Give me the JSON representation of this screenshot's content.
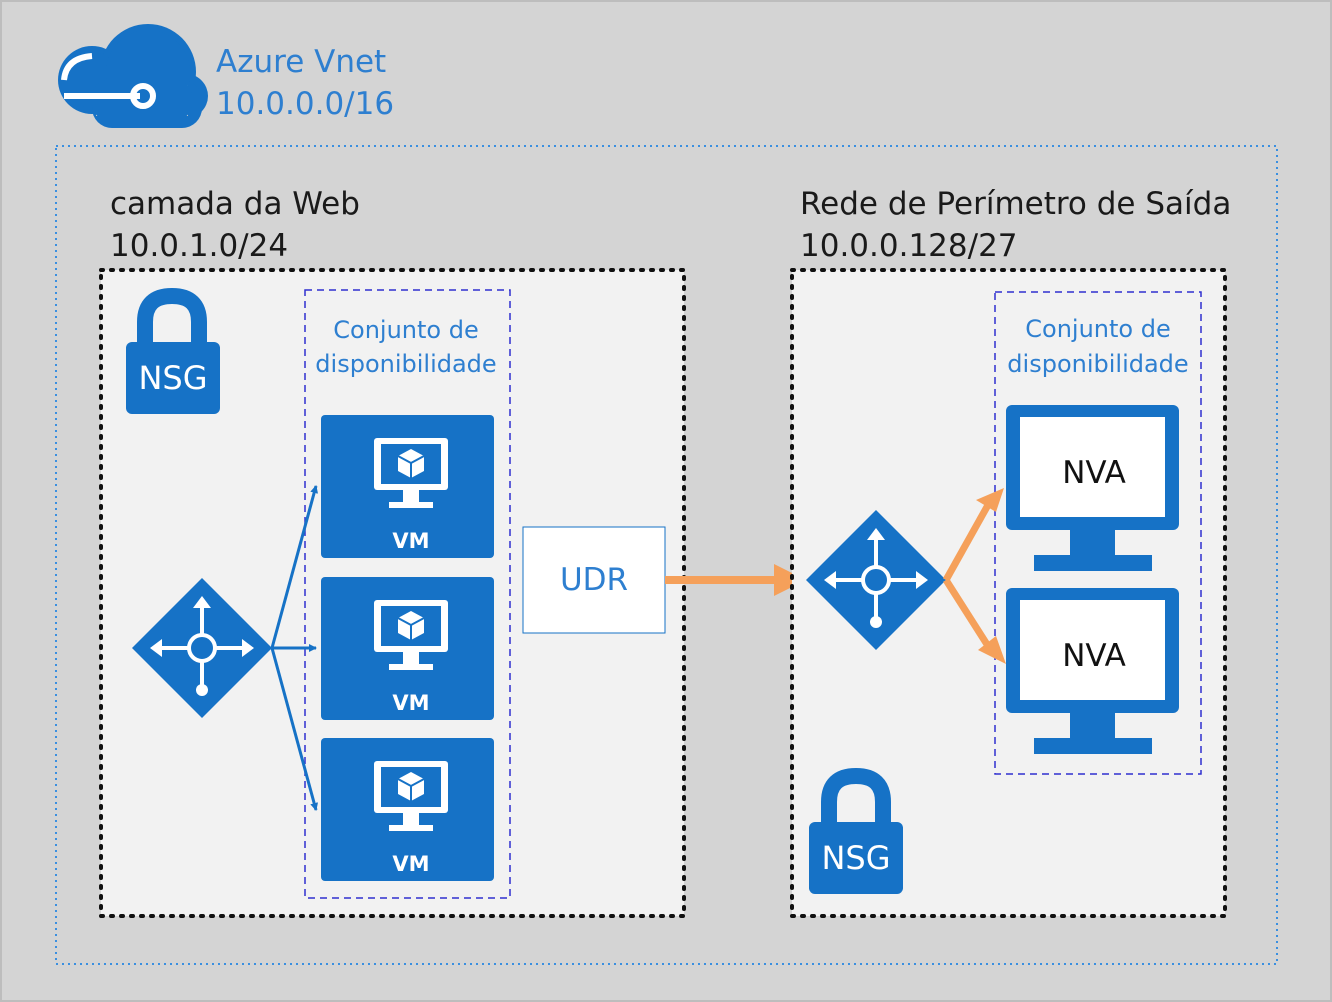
{
  "vnet": {
    "name": "Azure Vnet",
    "address": "10.0.0.0/16",
    "icon": "cloud-network-icon"
  },
  "web_tier": {
    "name": "camada da Web",
    "address": "10.0.1.0/24",
    "nsg_label": "NSG",
    "availability_set": {
      "line1": "Conjunto de",
      "line2": "disponibilidade"
    },
    "vms": [
      "VM",
      "VM",
      "VM"
    ]
  },
  "udr": {
    "label": "UDR"
  },
  "dmz": {
    "name": "Rede de Perímetro de Saída",
    "address": "10.0.0.128/27",
    "nsg_label": "NSG",
    "availability_set": {
      "line1": "Conjunto de",
      "line2": "disponibilidade"
    },
    "nvas": [
      "NVA",
      "NVA"
    ]
  },
  "colors": {
    "background": "#d4d4d4",
    "subnet_fill": "#f2f2f2",
    "azure_blue": "#1672c6",
    "label_blue": "#2e7fd0",
    "arrow_orange": "#f5a05a",
    "avset_border": "#3030d0"
  }
}
